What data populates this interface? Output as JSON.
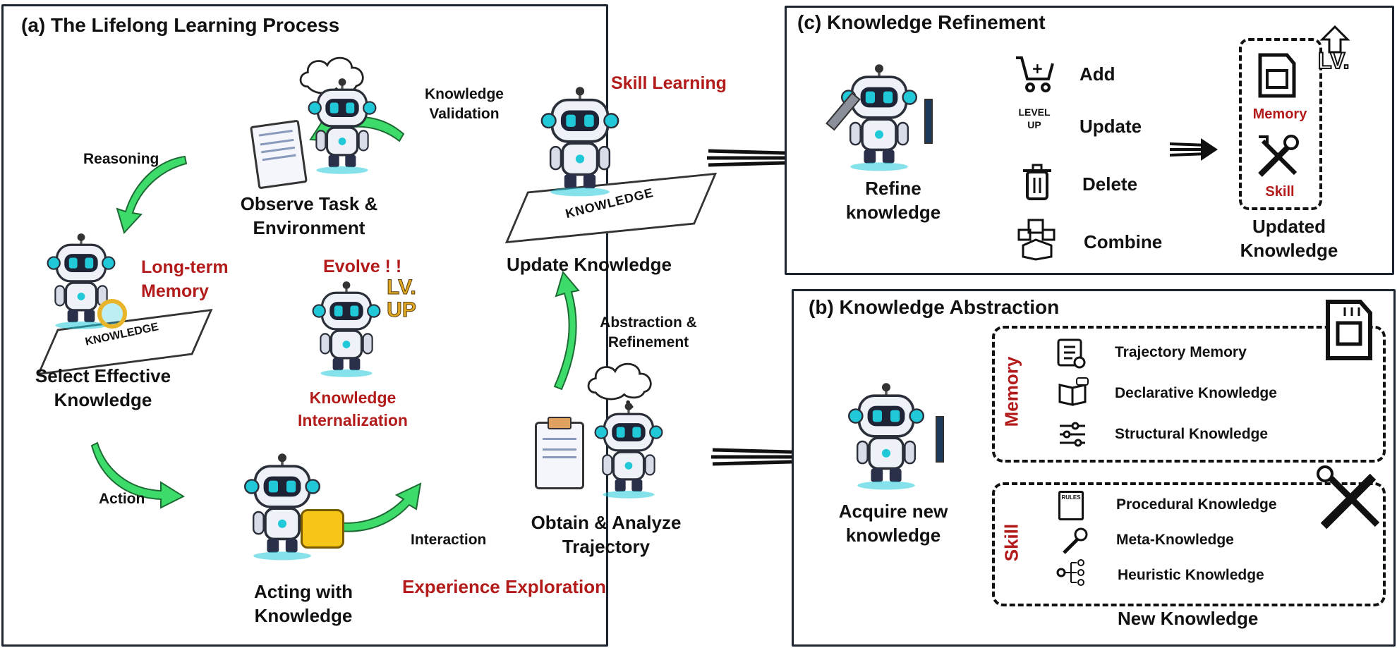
{
  "panel_a": {
    "title": "(a) The Lifelong Learning Process",
    "observe": "Observe Task &\nEnvironment",
    "select": "Select Effective\nKnowledge",
    "acting": "Acting with\nKnowledge",
    "obtain": "Obtain & Analyze\nTrajectory",
    "update": "Update Knowledge",
    "reasoning": "Reasoning",
    "validation": "Knowledge\nValidation",
    "action": "Action",
    "interaction": "Interaction",
    "abstraction": "Abstraction &\nRefinement",
    "skill_learning": "Skill Learning",
    "longterm": "Long-term\nMemory",
    "evolve": "Evolve ! !",
    "internalization": "Knowledge\nInternalization",
    "exploration": "Experience Exploration",
    "paper_text": "KNOWLEDGE",
    "lvup_text": "LV.\nUP"
  },
  "panel_c": {
    "title": "(c) Knowledge Refinement",
    "refine": "Refine\nknowledge",
    "ops": [
      "Add",
      "Update",
      "Delete",
      "Combine"
    ],
    "levelup_icon_text": "LEVEL\nUP",
    "memory": "Memory",
    "skill": "Skill",
    "updated": "Updated\nKnowledge",
    "lv_text": "LV."
  },
  "panel_b": {
    "title": "(b) Knowledge Abstraction",
    "acquire": "Acquire new\nknowledge",
    "memory_label": "Memory",
    "skill_label": "Skill",
    "memory_items": [
      "Trajectory Memory",
      "Declarative Knowledge",
      "Structural Knowledge"
    ],
    "skill_items": [
      "Procedural Knowledge",
      "Meta-Knowledge",
      "Heuristic Knowledge"
    ],
    "rules_icon_text": "RULES",
    "new_knowledge": "New Knowledge"
  },
  "colors": {
    "accent_red": "#b31b1b",
    "arrow_green": "#3ddc6a",
    "robot_cyan": "#20c8d8",
    "border": "#1c2530"
  }
}
